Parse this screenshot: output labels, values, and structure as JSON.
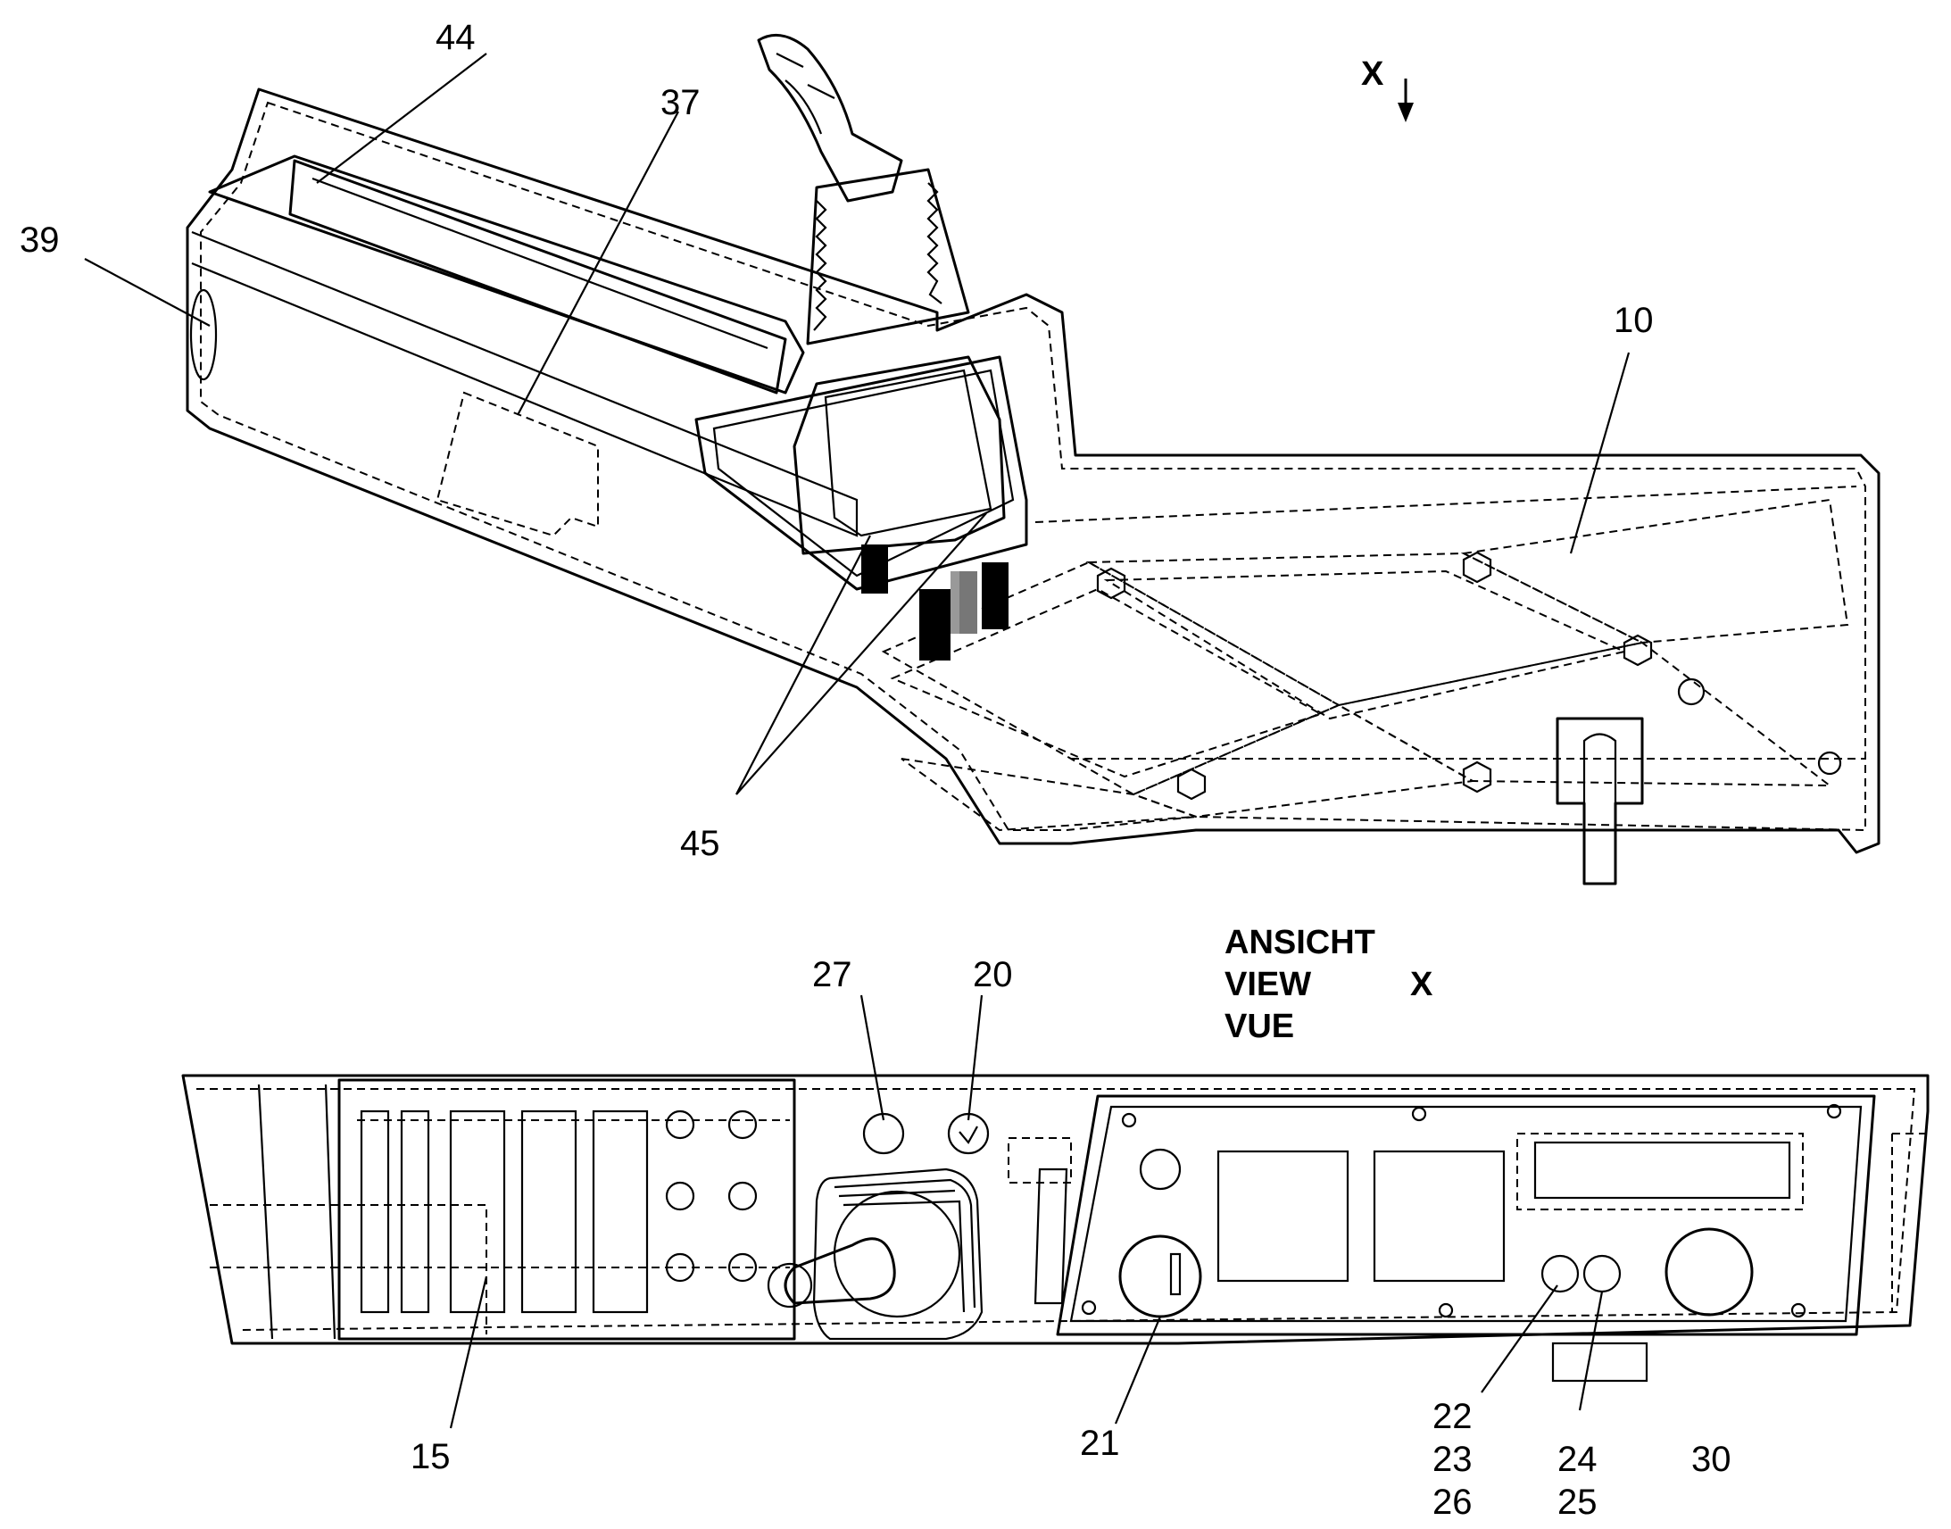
{
  "view_marker": "X",
  "view_title": [
    "ANSICHT",
    "VIEW",
    "VUE"
  ],
  "view_title_marker": "X",
  "labels": {
    "l44": "44",
    "l37": "37",
    "l39": "39",
    "l10": "10",
    "l45": "45",
    "l27": "27",
    "l20": "20",
    "l15": "15",
    "l21": "21",
    "l22": "22",
    "l23": "23",
    "l26": "26",
    "l24": "24",
    "l25": "25",
    "l30": "30"
  }
}
